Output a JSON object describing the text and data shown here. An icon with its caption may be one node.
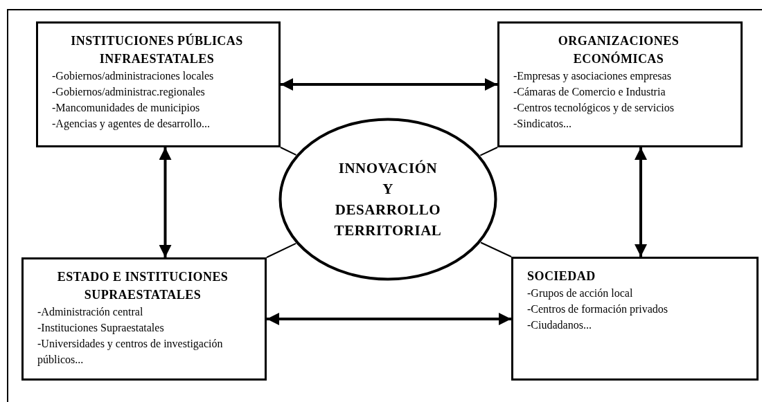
{
  "diagram": {
    "nodes": [
      {
        "text": [
          "INSTITUCIONES PÚBLICAS INFRAESTATALES",
          "-Gobiernos/administraciones locales",
          "-Gobiernos/administrac.regionales",
          "-Mancomunidades de municipios",
          "-Agencias y agentes de desarrollo..."
        ]
      },
      {
        "text": [
          "ORGANIZACIONES ECONÓMICAS",
          "-Empresas y asociaciones empresas",
          "-Cámaras de Comercio e Industria",
          "-Centros tecnológicos y de servicios",
          "-Sindicatos..."
        ]
      },
      {
        "text": [
          "INNOVACIÓN Y DESARROLLO TERRITORIAL"
        ]
      },
      {
        "text": [
          "ESTADO E INSTITUCIONES SUPRAESTATALES",
          "-Administración central",
          "-Instituciones Supraestatales",
          "-Universidades y centros de investigación públicos..."
        ]
      },
      {
        "text": [
          "SOCIEDAD",
          "-Grupos de acción local",
          "-Centros de formación privados",
          "-Ciudadanos..."
        ]
      }
    ],
    "edges": [
      {
        "from": 0,
        "to": 1,
        "arrow": "both",
        "style": "thick"
      },
      {
        "from": 0,
        "to": 3,
        "arrow": "both",
        "style": "thick"
      },
      {
        "from": 1,
        "to": 4,
        "arrow": "both",
        "style": "thick"
      },
      {
        "from": 3,
        "to": 4,
        "arrow": "both",
        "style": "thick"
      },
      {
        "from": 2,
        "to": 0,
        "arrow": "none"
      },
      {
        "from": 2,
        "to": 1,
        "arrow": "none"
      },
      {
        "from": 2,
        "to": 3,
        "arrow": "none"
      },
      {
        "from": 2,
        "to": 4,
        "arrow": "none"
      }
    ]
  }
}
